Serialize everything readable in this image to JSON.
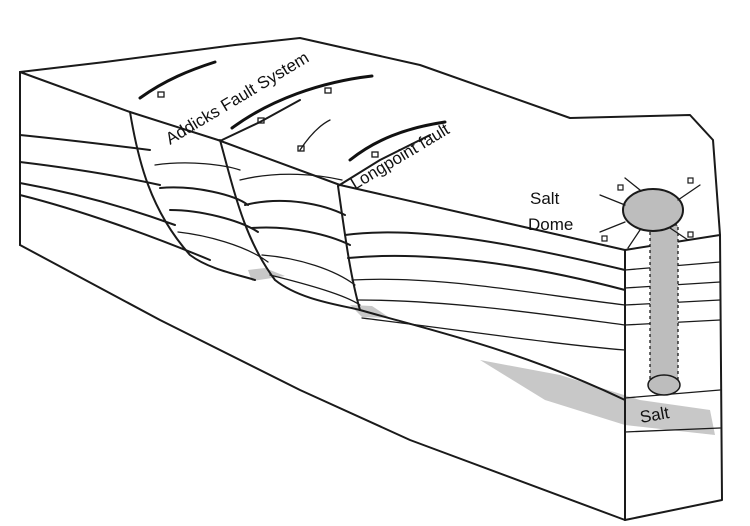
{
  "labels": {
    "addicks": "Addicks Fault System",
    "longpoint": "Longpoint fault",
    "salt_dome_line1": "Salt",
    "salt_dome_line2": "Dome",
    "salt": "Salt"
  },
  "colors": {
    "line": "#1a1a1a",
    "salt_fill": "#c8c8c8",
    "dome_fill": "#bdbdbd",
    "background": "#ffffff"
  }
}
